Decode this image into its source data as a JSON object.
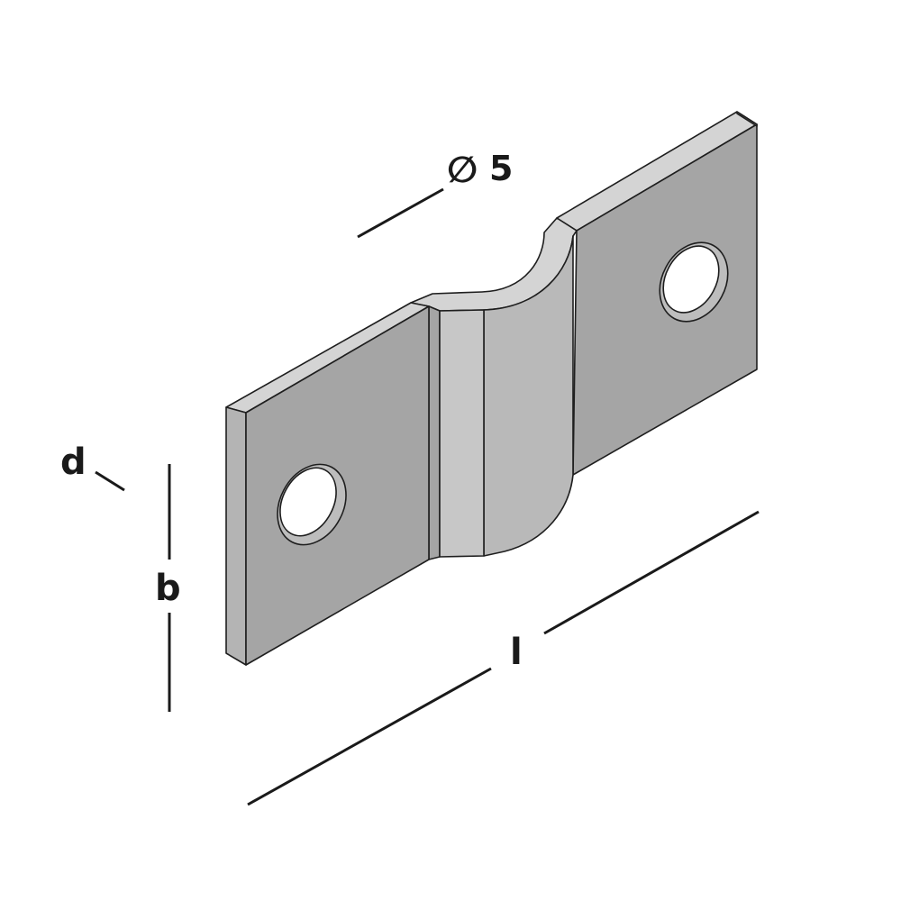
{
  "diagram": {
    "part": "z-bracket-mounting-plate",
    "colors": {
      "face_front": "#a5a5a5",
      "face_light": "#c7c7c7",
      "face_edge": "#d4d4d4",
      "face_side": "#b4b4b4",
      "curve_shade": "#b9b9b9",
      "curve_light": "#cfcfcf",
      "hole_fill": "#ffffff",
      "hole_ring": "#bdbdbd",
      "outline": "#1e1e1e",
      "dimension_line": "#1a1a1a"
    },
    "labels": {
      "hole_diameter_symbol": "∅",
      "hole_diameter_value": "5",
      "thickness": "d",
      "width": "b",
      "length": "l"
    }
  }
}
